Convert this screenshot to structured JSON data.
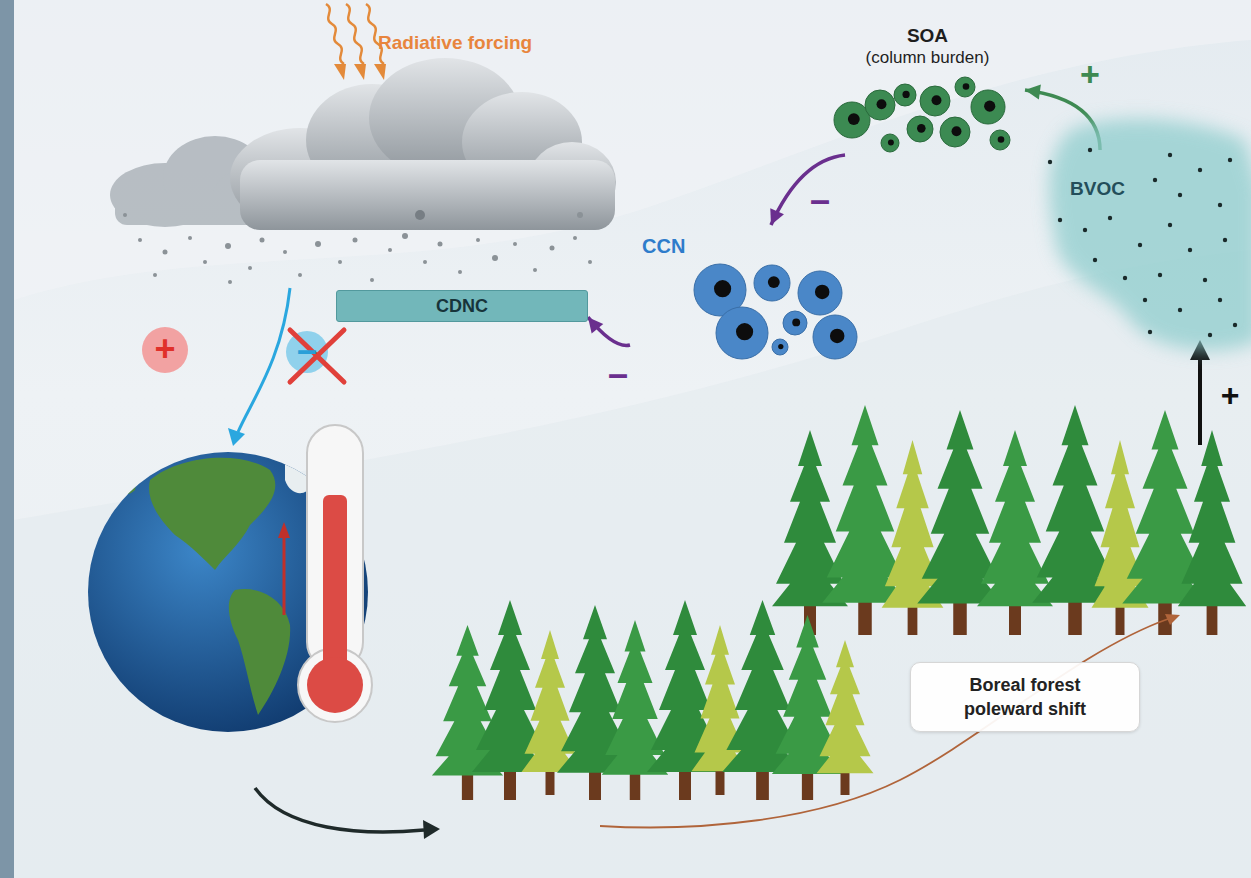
{
  "diagram": {
    "nodes": [
      {
        "text": [
          "SOA",
          "(column burden)"
        ]
      },
      {
        "text": [
          "BVOC"
        ]
      },
      {
        "text": [
          "CCN"
        ]
      },
      {
        "text": [
          "CDNC"
        ]
      },
      {
        "text": [
          "Boreal forest poleward shift"
        ]
      }
    ],
    "edges": [
      {
        "from": 1,
        "to": 0,
        "arrow": "to",
        "label": "+"
      },
      {
        "from": 0,
        "to": 2,
        "arrow": "to",
        "label": "–"
      },
      {
        "from": 2,
        "to": 3,
        "arrow": "to",
        "label": "–"
      }
    ],
    "labels": [
      "Radiative forcing",
      "+",
      "–",
      "+"
    ]
  }
}
